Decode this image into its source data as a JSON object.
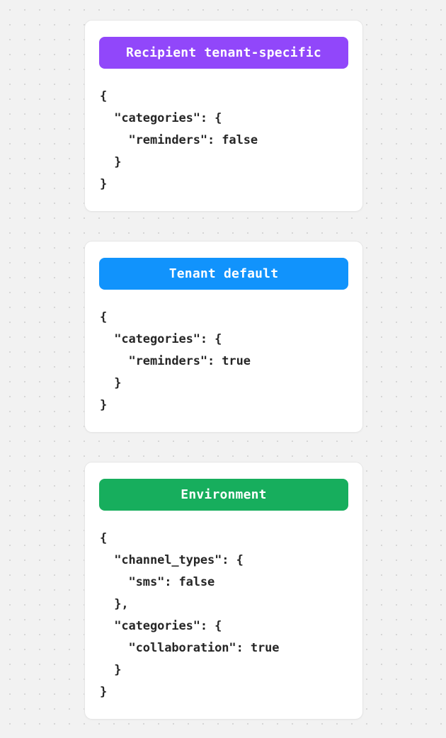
{
  "background": {
    "color": "#f2f2f2",
    "dot_color": "#d6d6d6",
    "pattern": "dot-grid"
  },
  "cards": [
    {
      "badge_label": "Recipient tenant-specific",
      "badge_color": "#9147fa",
      "badge_text_color": "#ffffff",
      "code": "{\n  \"categories\": {\n    \"reminders\": false\n  }\n}"
    },
    {
      "badge_label": "Tenant default",
      "badge_color": "#1193fc",
      "badge_text_color": "#ffffff",
      "code": "{\n  \"categories\": {\n    \"reminders\": true\n  }\n}"
    },
    {
      "badge_label": "Environment",
      "badge_color": "#17ae5d",
      "badge_text_color": "#ffffff",
      "code": "{\n  \"channel_types\": {\n    \"sms\": false\n  },\n  \"categories\": {\n    \"collaboration\": true\n  }\n}"
    }
  ]
}
